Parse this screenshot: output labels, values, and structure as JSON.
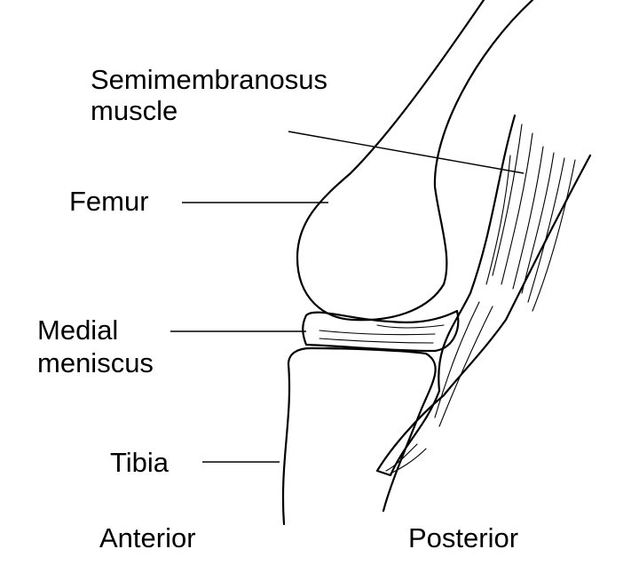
{
  "labels": {
    "semimembranosus_line1": "Semimembranosus",
    "semimembranosus_line2": "muscle",
    "femur": "Femur",
    "meniscus_line1": "Medial",
    "meniscus_line2": "meniscus",
    "tibia": "Tibia",
    "anterior": "Anterior",
    "posterior": "Posterior"
  },
  "colors": {
    "ink": "#000000",
    "background": "#ffffff"
  }
}
